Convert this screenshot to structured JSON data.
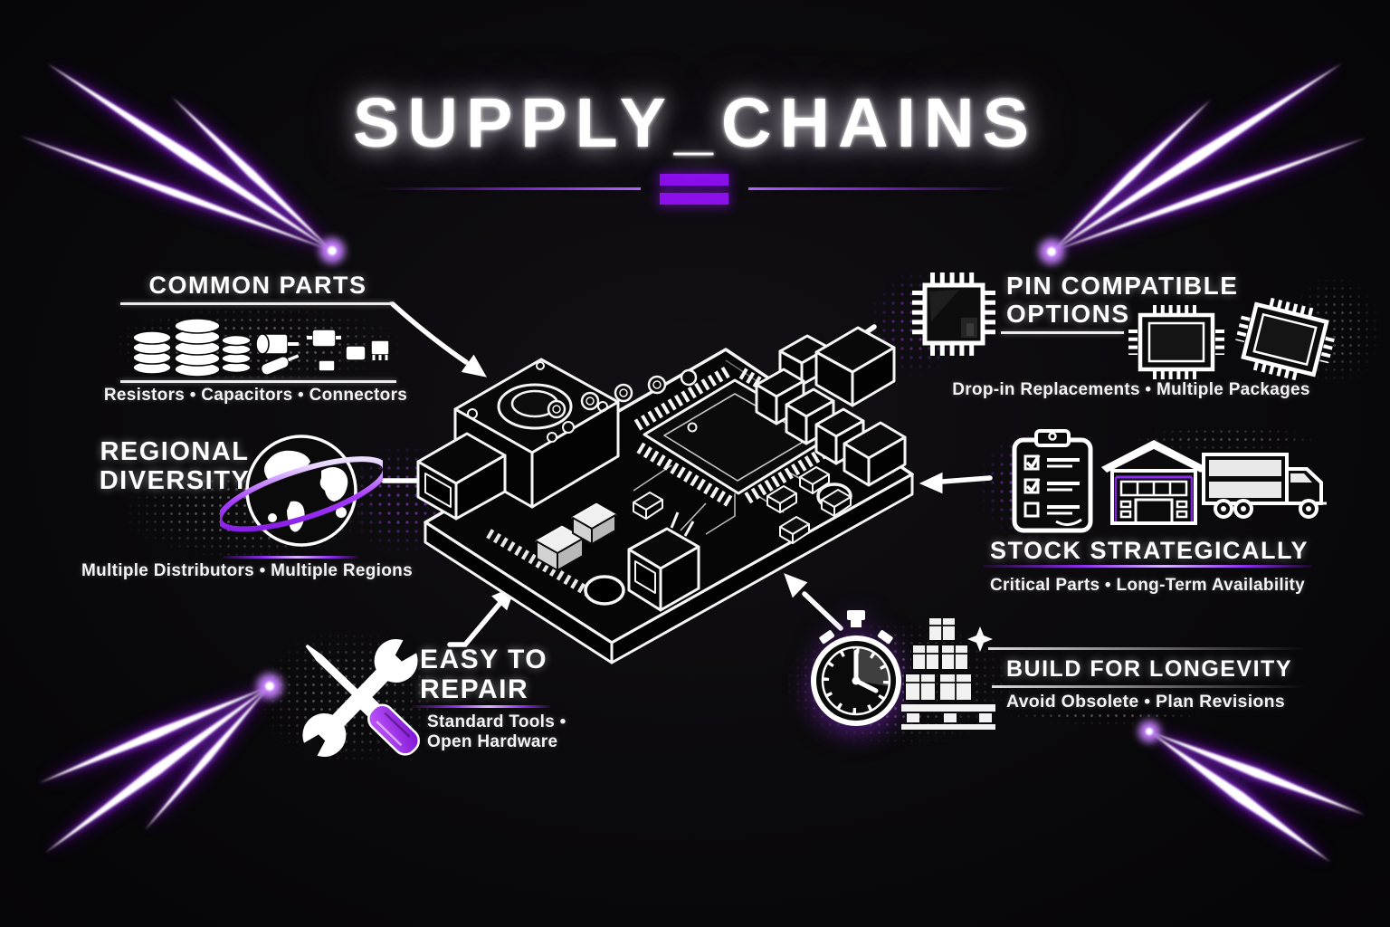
{
  "header": {
    "title": "SUPPLY_CHAINS"
  },
  "sections": {
    "common_parts": {
      "title": "COMMON PARTS",
      "subtitle": "Resistors • Capacitors • Connectors",
      "icons": [
        "capacitor-stacks-icon",
        "component-parts-icon"
      ]
    },
    "regional_diversity": {
      "title_line1": "REGIONAL",
      "title_line2": "DIVERSITY",
      "subtitle": "Multiple Distributors • Multiple Regions",
      "icons": [
        "globe-orbit-icon"
      ]
    },
    "easy_to_repair": {
      "title_line1": "EASY TO",
      "title_line2": "REPAIR",
      "subtitle_line1": "Standard Tools •",
      "subtitle_line2": "Open Hardware",
      "icons": [
        "wrench-icon",
        "screwdriver-icon"
      ]
    },
    "pin_compatible_options": {
      "title_line1": "PIN COMPATIBLE",
      "title_line2": "OPTIONS",
      "subtitle": "Drop-in Replacements • Multiple Packages",
      "icons": [
        "qfp-chip-icon",
        "smd-chip-icon",
        "smd-chip-tilted-icon"
      ]
    },
    "stock_strategically": {
      "title": "STOCK STRATEGICALLY",
      "subtitle": "Critical Parts • Long-Term Availability",
      "icons": [
        "checklist-clipboard-icon",
        "warehouse-icon",
        "delivery-truck-icon"
      ]
    },
    "build_for_longevity": {
      "title": "BUILD FOR LONGEVITY",
      "subtitle": "Avoid Obsolete • Plan Revisions",
      "icons": [
        "stopwatch-icon",
        "pallet-boxes-icon"
      ]
    }
  },
  "center_illustration": "isometric-circuit-board",
  "colors": {
    "background": "#0a090b",
    "accent_purple": "#8b10ea",
    "glow_purple": "#a02bff",
    "foreground": "#ffffff"
  }
}
